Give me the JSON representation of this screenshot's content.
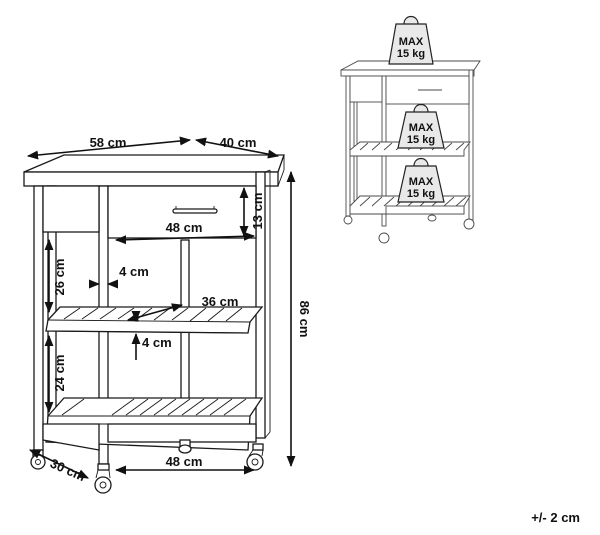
{
  "dimensions": {
    "top_width": "58 cm",
    "top_depth": "40 cm",
    "drawer_height": "13 cm",
    "drawer_width": "48 cm",
    "upper_gap": "26 cm",
    "rail": "4 cm",
    "shelf_depth": "36 cm",
    "shelf_thickness": "4 cm",
    "lower_gap": "24 cm",
    "total_height": "86 cm",
    "base_depth": "30 cm",
    "base_width": "48 cm"
  },
  "load_labels": [
    {
      "line1": "MAX",
      "line2": "15 kg"
    },
    {
      "line1": "MAX",
      "line2": "15 kg"
    },
    {
      "line1": "MAX",
      "line2": "15 kg"
    }
  ],
  "tolerance": "+/- 2 cm"
}
